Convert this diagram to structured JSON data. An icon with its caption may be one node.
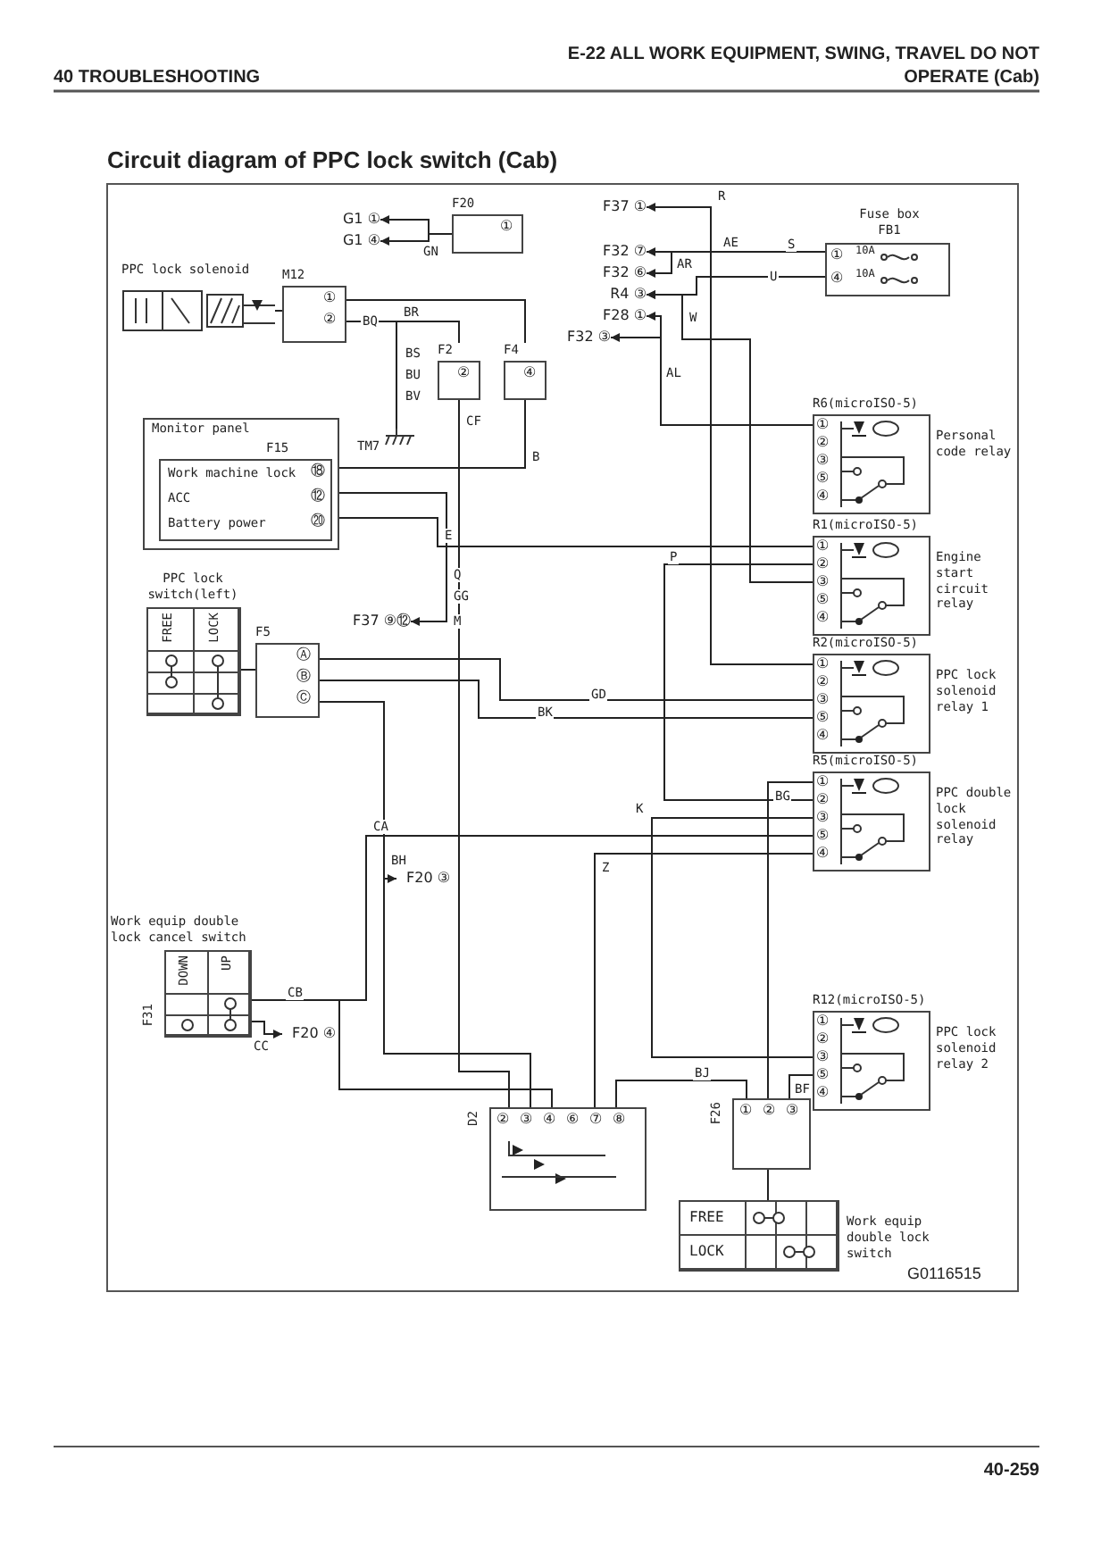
{
  "diagram": {
    "title": "Circuit diagram of PPC lock switch (Cab)",
    "nodes": [
      {
        "text": [
          "PPC lock solenoid"
        ]
      },
      {
        "text": [
          "M12",
          "①",
          "②"
        ]
      },
      {
        "text": [
          "F20",
          "①"
        ]
      },
      {
        "text": [
          "F2",
          "②"
        ]
      },
      {
        "text": [
          "F4",
          "④"
        ]
      },
      {
        "text": [
          "Monitor panel"
        ]
      },
      {
        "text": [
          "F15",
          "Work machine lock",
          "ACC",
          "Battery power",
          "⑱",
          "⑫",
          "⑳"
        ],
        "in": 5
      },
      {
        "text": [
          "Fuse box FB1",
          "①",
          "10A",
          "④",
          "10A"
        ]
      },
      {
        "text": [
          "R6(microISO-5)",
          "①",
          "②",
          "③",
          "⑤",
          "④"
        ],
        "beside": [
          "Personal code relay"
        ]
      },
      {
        "text": [
          "R1(microISO-5)",
          "①",
          "②",
          "③",
          "⑤",
          "④"
        ],
        "beside": [
          "Engine start circuit relay"
        ]
      },
      {
        "text": [
          "R2(microISO-5)",
          "①",
          "②",
          "③",
          "⑤",
          "④"
        ],
        "beside": [
          "PPC lock solenoid relay 1"
        ]
      },
      {
        "text": [
          "R5(microISO-5)",
          "①",
          "②",
          "③",
          "⑤",
          "④"
        ],
        "beside": [
          "PPC double lock solenoid relay"
        ]
      },
      {
        "text": [
          "R12(microISO-5)",
          "①",
          "②",
          "③",
          "⑤",
          "④"
        ],
        "beside": [
          "PPC lock solenoid relay 2"
        ]
      },
      {
        "text": [
          "PPC lock switch(left)",
          "FREE",
          "LOCK"
        ]
      },
      {
        "text": [
          "F5",
          "Ⓐ",
          "Ⓑ",
          "Ⓒ"
        ]
      },
      {
        "text": [
          "Work equip double lock cancel switch",
          "DOWN",
          "UP",
          "F31"
        ]
      },
      {
        "text": [
          "D2",
          "②",
          "③",
          "④",
          "⑥",
          "⑦",
          "⑧"
        ]
      },
      {
        "text": [
          "F26",
          "①",
          "②",
          "③"
        ]
      },
      {
        "text": [
          "FREE",
          "LOCK"
        ],
        "beside": [
          "Work equip double lock switch"
        ]
      },
      {
        "text": [
          "TM7"
        ]
      },
      {
        "text": [
          "G1 ①"
        ]
      },
      {
        "text": [
          "G1 ④"
        ]
      },
      {
        "text": [
          "F37 ①"
        ]
      },
      {
        "text": [
          "F32 ⑦"
        ]
      },
      {
        "text": [
          "F32 ⑥"
        ]
      },
      {
        "text": [
          "R4 ③"
        ]
      },
      {
        "text": [
          "F28 ①"
        ]
      },
      {
        "text": [
          "F32 ③"
        ]
      },
      {
        "text": [
          "F37 ⑨⑫"
        ]
      },
      {
        "text": [
          "F20 ③"
        ]
      },
      {
        "text": [
          "F20 ④"
        ]
      }
    ],
    "edges": [
      {
        "from": 2,
        "to": 20,
        "arrow": "to",
        "label": "GN"
      },
      {
        "from": 2,
        "to": 21,
        "arrow": "to"
      },
      {
        "from": 10,
        "to": 22,
        "arrow": "to",
        "label": "R"
      },
      {
        "from": 7,
        "to": 23,
        "arrow": "to",
        "label": "AE"
      },
      {
        "from": 7,
        "to": 24,
        "arrow": "to",
        "label": "AR"
      },
      {
        "from": 7,
        "to": 25,
        "arrow": "to",
        "label": "U"
      },
      {
        "from": 9,
        "to": 25,
        "arrow": "to",
        "label": "W"
      },
      {
        "from": 8,
        "to": 26,
        "arrow": "to",
        "label": "AL"
      },
      {
        "from": 8,
        "to": 27,
        "arrow": "to"
      },
      {
        "from": 1,
        "to": 0,
        "arrow": "none"
      },
      {
        "from": 1,
        "to": 3,
        "arrow": "none",
        "label": "BQ"
      },
      {
        "from": 1,
        "to": 19,
        "arrow": "none",
        "label": "BR"
      },
      {
        "from": 1,
        "to": 4,
        "arrow": "none"
      },
      {
        "from": 4,
        "to": 6,
        "arrow": "none",
        "label": "B"
      },
      {
        "from": 3,
        "to": 16,
        "arrow": "none",
        "label": "CF"
      },
      {
        "from": 6,
        "to": 9,
        "arrow": "none",
        "label": "E"
      },
      {
        "from": 6,
        "to": 28,
        "arrow": "to",
        "label": "M"
      },
      {
        "from": 9,
        "to": 11,
        "arrow": "none",
        "label": "P"
      },
      {
        "from": 14,
        "to": 10,
        "arrow": "none",
        "label": "GD"
      },
      {
        "from": 14,
        "to": 10,
        "arrow": "none",
        "label": "BK"
      },
      {
        "from": 14,
        "to": 16,
        "arrow": "none"
      },
      {
        "from": 14,
        "to": 29,
        "arrow": "to",
        "label": "BH"
      },
      {
        "from": 15,
        "to": 11,
        "arrow": "none",
        "label": "CA"
      },
      {
        "from": 15,
        "to": 16,
        "arrow": "none",
        "label": "CB"
      },
      {
        "from": 15,
        "to": 30,
        "arrow": "to",
        "label": "CC"
      },
      {
        "from": 11,
        "to": 12,
        "arrow": "none",
        "label": "K"
      },
      {
        "from": 11,
        "to": 16,
        "arrow": "none",
        "label": "Z"
      },
      {
        "from": 11,
        "to": 17,
        "arrow": "none",
        "label": "BG"
      },
      {
        "from": 17,
        "to": 16,
        "arrow": "none",
        "label": "BJ"
      },
      {
        "from": 17,
        "to": 12,
        "arrow": "none",
        "label": "BF"
      },
      {
        "from": 17,
        "to": 18,
        "arrow": "none"
      },
      {
        "from": 14,
        "to": 13,
        "arrow": "none"
      }
    ],
    "labels": [
      "40 TROUBLESHOOTING",
      "E-22 ALL WORK EQUIPMENT, SWING, TRAVEL DO NOT OPERATE (Cab)",
      "S",
      "BS",
      "BU",
      "BV",
      "Q",
      "GG",
      "G0116515",
      "40-259"
    ]
  }
}
